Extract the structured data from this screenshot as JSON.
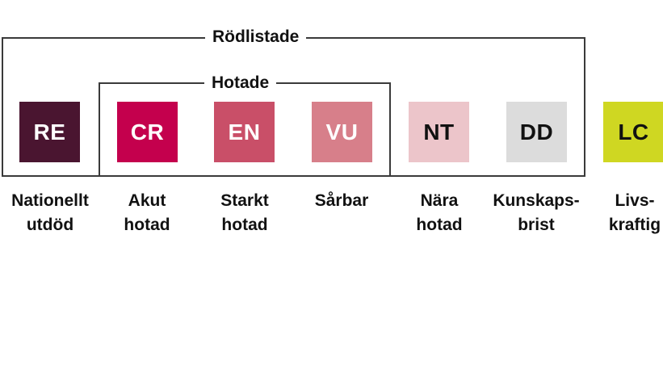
{
  "groups": {
    "redlisted": {
      "title": "Rödlistade"
    },
    "threatened": {
      "title": "Hotade"
    }
  },
  "categories": [
    {
      "code": "RE",
      "label_line1": "Nationellt",
      "label_line2": "utdöd",
      "bg": "#4a1530",
      "fg": "#ffffff"
    },
    {
      "code": "CR",
      "label_line1": "Akut",
      "label_line2": "hotad",
      "bg": "#c4004d",
      "fg": "#ffffff"
    },
    {
      "code": "EN",
      "label_line1": "Starkt",
      "label_line2": "hotad",
      "bg": "#c94f68",
      "fg": "#ffffff"
    },
    {
      "code": "VU",
      "label_line1": "Sårbar",
      "label_line2": "",
      "bg": "#d77f8a",
      "fg": "#ffffff"
    },
    {
      "code": "NT",
      "label_line1": "Nära",
      "label_line2": "hotad",
      "bg": "#ecc5ca",
      "fg": "#111111"
    },
    {
      "code": "DD",
      "label_line1": "Kunskaps-",
      "label_line2": "brist",
      "bg": "#dcdcdc",
      "fg": "#111111"
    },
    {
      "code": "LC",
      "label_line1": "Livs-",
      "label_line2": "kraftig",
      "bg": "#cfd722",
      "fg": "#111111"
    }
  ]
}
